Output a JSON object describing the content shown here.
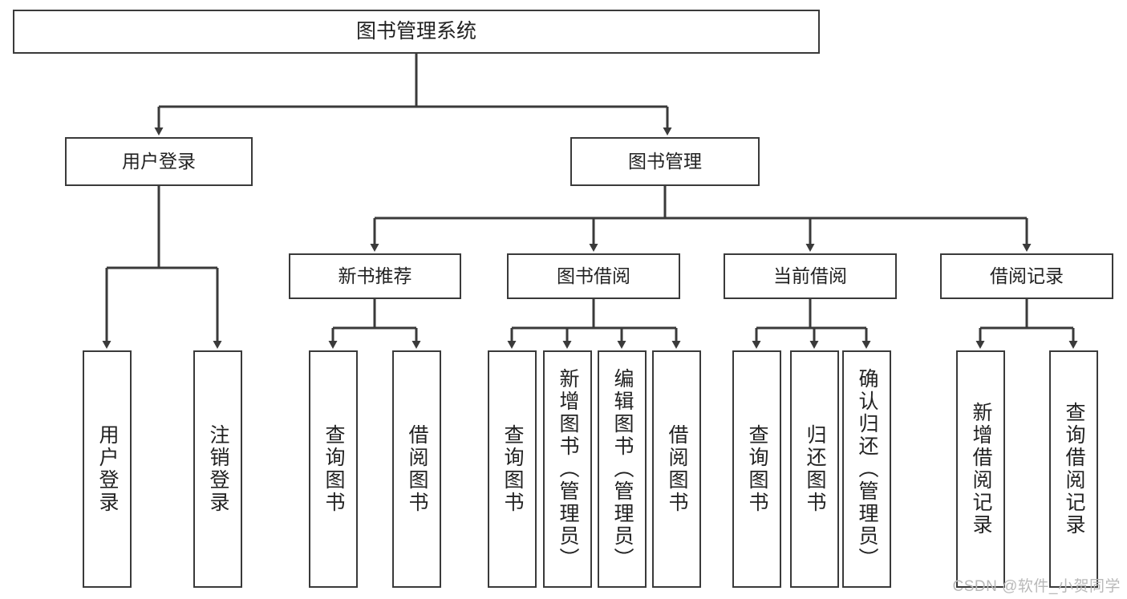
{
  "diagram": {
    "type": "tree-hierarchy",
    "title": "图书管理系统",
    "colors": {
      "box_border": "#3a3a3a",
      "box_fill": "#ffffff",
      "connector": "#3a3a3a",
      "text": "#222222",
      "watermark": "#b9b9b9"
    },
    "levels": {
      "root": {
        "label": "图书管理系统"
      },
      "level1": [
        {
          "id": "user-login",
          "label": "用户登录"
        },
        {
          "id": "book-management",
          "label": "图书管理"
        }
      ],
      "level2": [
        {
          "id": "new-book-recommend",
          "label": "新书推荐",
          "parent": "book-management"
        },
        {
          "id": "book-borrow",
          "label": "图书借阅",
          "parent": "book-management"
        },
        {
          "id": "current-borrow",
          "label": "当前借阅",
          "parent": "book-management"
        },
        {
          "id": "borrow-record",
          "label": "借阅记录",
          "parent": "book-management"
        }
      ],
      "leaves": {
        "user-login": [
          {
            "id": "leaf-user-login",
            "label": "用户登录"
          },
          {
            "id": "leaf-logout-login",
            "label": "注销登录"
          }
        ],
        "new-book-recommend": [
          {
            "id": "leaf-query-book-1",
            "label": "查询图书"
          },
          {
            "id": "leaf-borrow-book-1",
            "label": "借阅图书"
          }
        ],
        "book-borrow": [
          {
            "id": "leaf-query-book-2",
            "label": "查询图书"
          },
          {
            "id": "leaf-add-book-admin",
            "label": "新增图书（管理员）"
          },
          {
            "id": "leaf-edit-book-admin",
            "label": "编辑图书（管理员）"
          },
          {
            "id": "leaf-borrow-book-2",
            "label": "借阅图书"
          }
        ],
        "current-borrow": [
          {
            "id": "leaf-query-book-3",
            "label": "查询图书"
          },
          {
            "id": "leaf-return-book",
            "label": "归还图书"
          },
          {
            "id": "leaf-confirm-return-admin",
            "label": "确认归还（管理员）"
          }
        ],
        "borrow-record": [
          {
            "id": "leaf-add-borrow-record",
            "label": "新增借阅记录"
          },
          {
            "id": "leaf-query-borrow-record",
            "label": "查询借阅记录"
          }
        ]
      }
    }
  },
  "watermark": {
    "text": "CSDN @软件_小贺同学"
  }
}
